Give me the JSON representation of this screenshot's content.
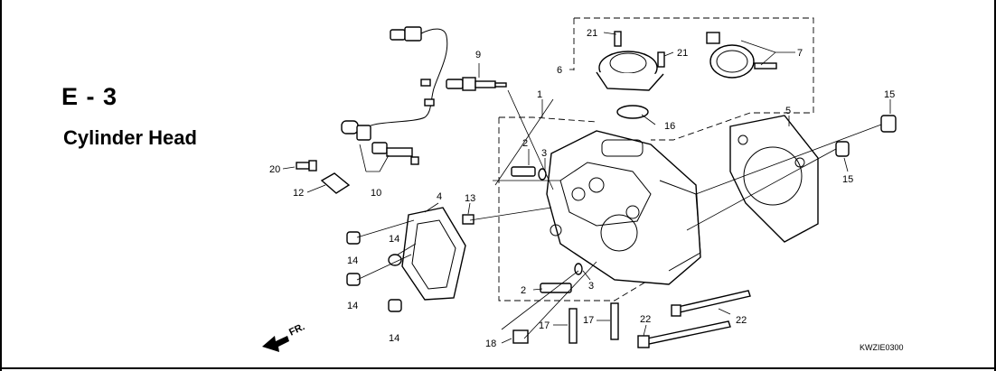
{
  "section": {
    "code": "E - 3",
    "title": "Cylinder Head"
  },
  "diagram_code": "KWZIE0300",
  "front_arrow": {
    "label": "FR."
  },
  "callouts": [
    "1",
    "2",
    "2",
    "3",
    "3",
    "4",
    "5",
    "6",
    "7",
    "9",
    "10",
    "12",
    "13",
    "14",
    "14",
    "14",
    "14",
    "15",
    "15",
    "16",
    "17",
    "17",
    "18",
    "20",
    "21",
    "21",
    "22",
    "22"
  ]
}
